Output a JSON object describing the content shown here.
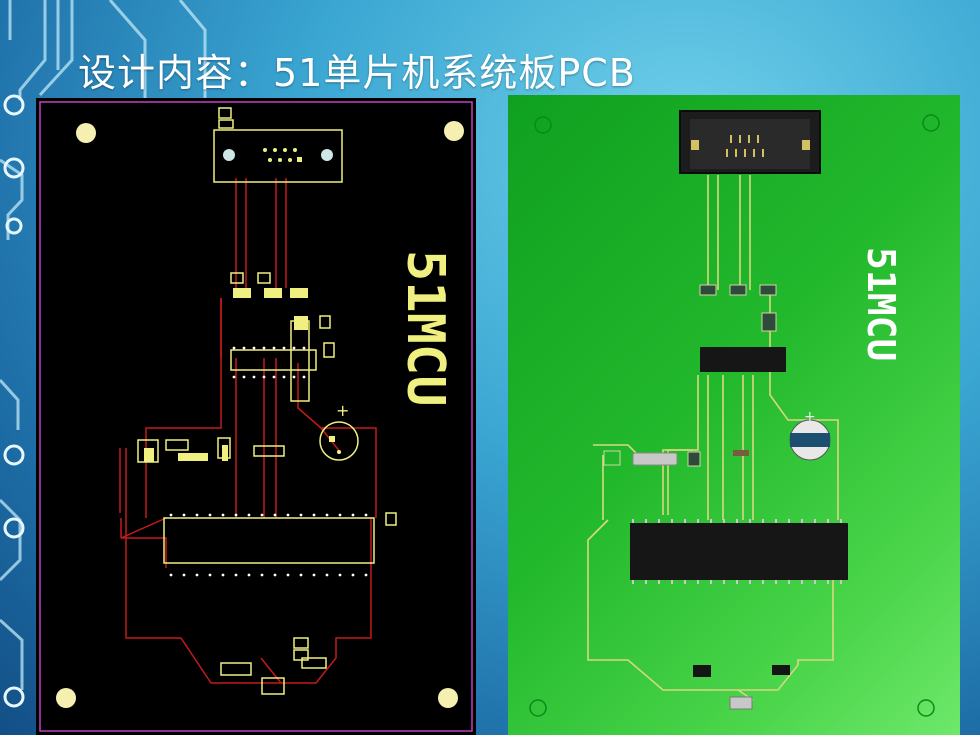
{
  "slide": {
    "title": "设计内容：51单片机系统板PCB"
  },
  "pcb_2d": {
    "silkscreen_text": "51MCU",
    "accent_color": "#f0f080",
    "trace_color": "#c41a1a"
  },
  "pcb_3d": {
    "silkscreen_text": "51MCU",
    "board_color": "#22b82c"
  }
}
